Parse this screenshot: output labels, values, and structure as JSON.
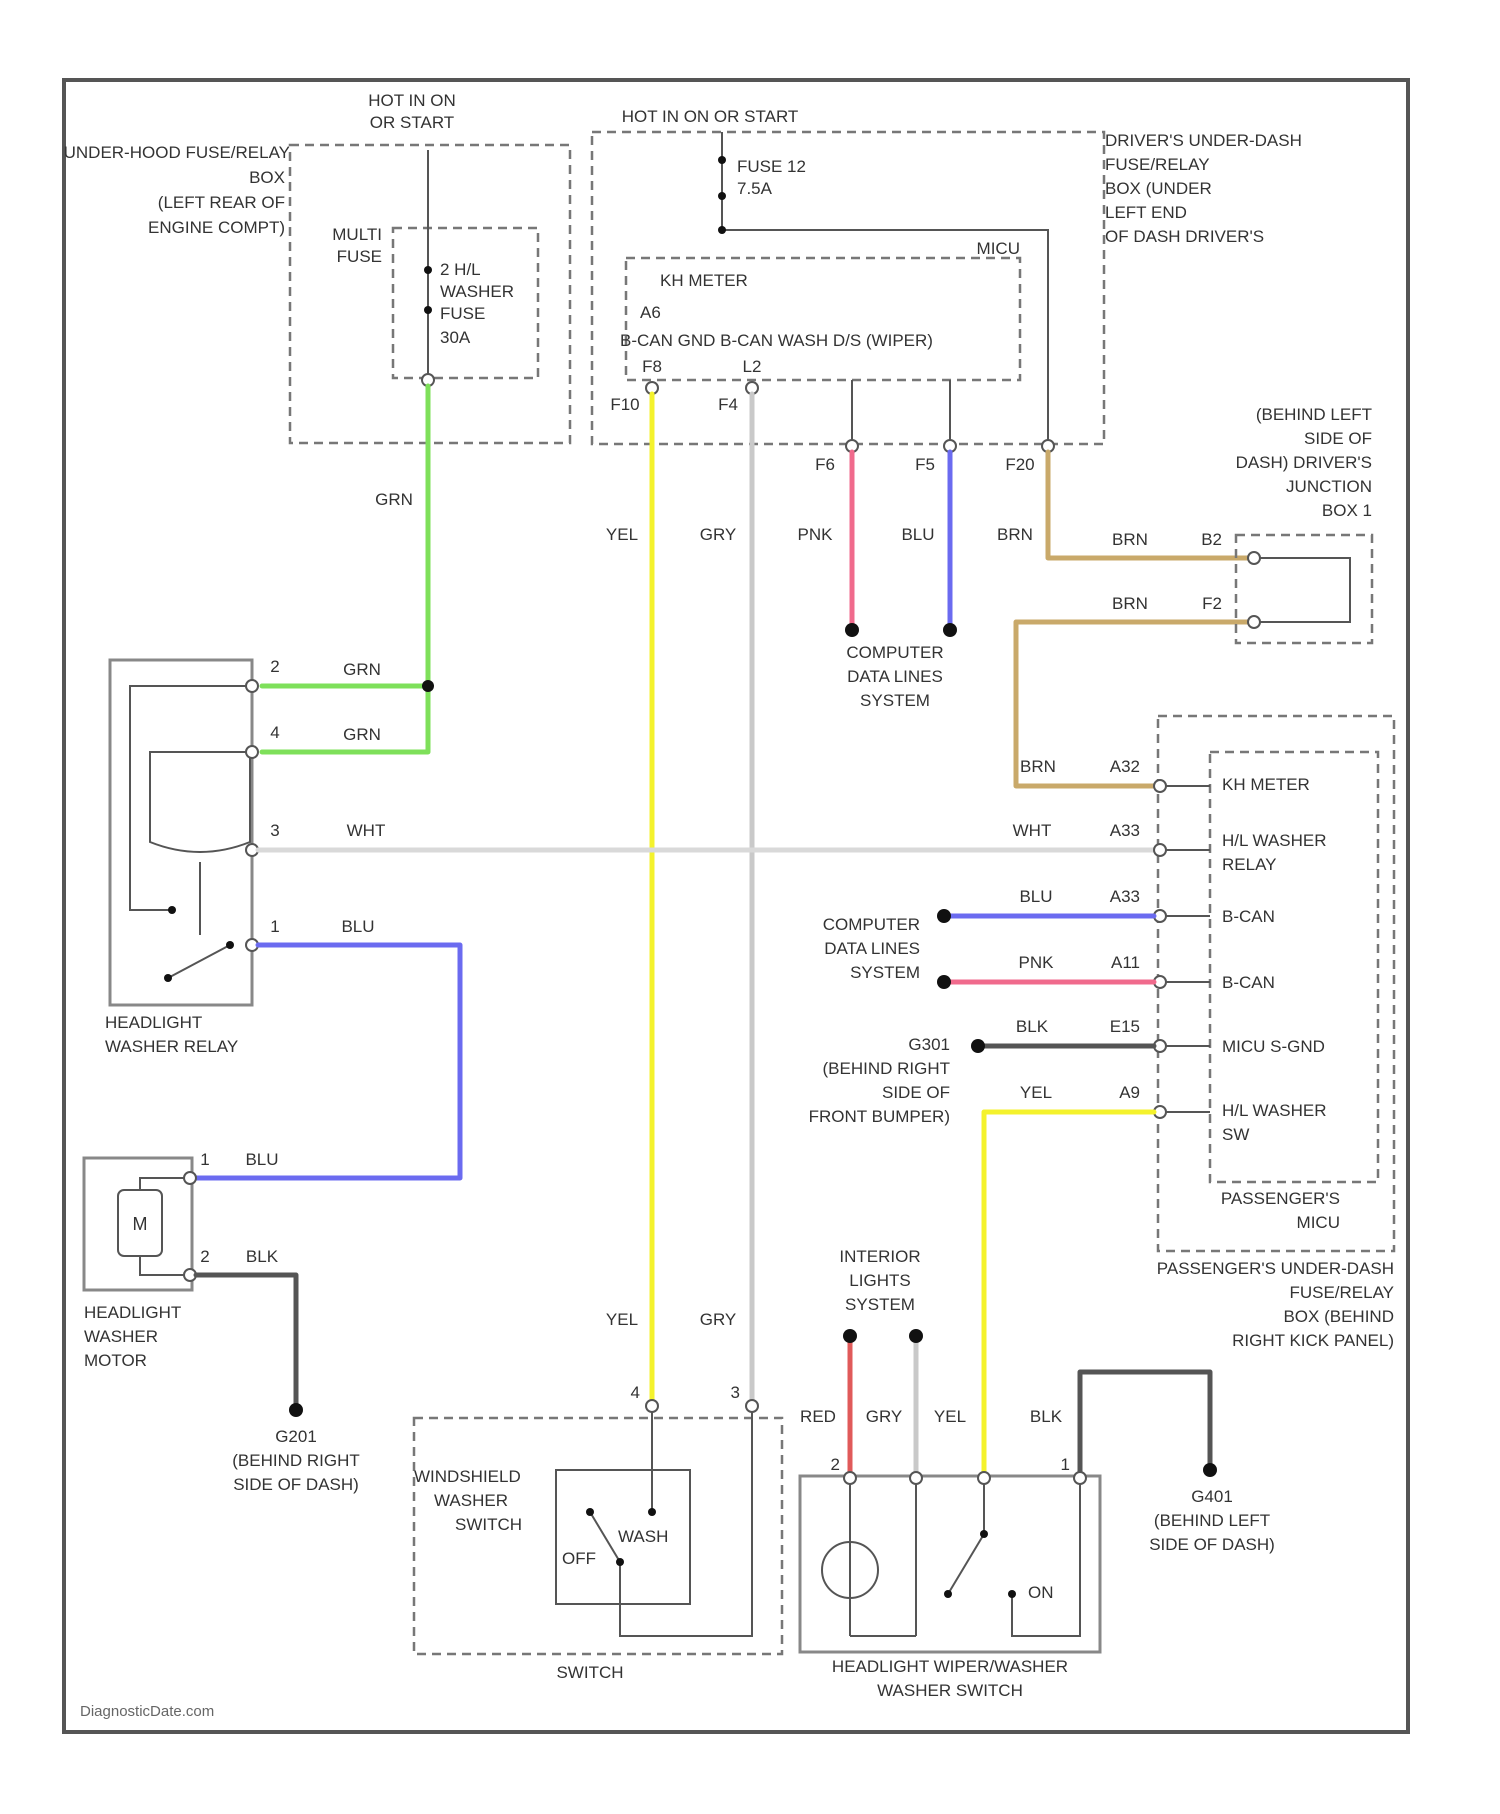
{
  "colors": {
    "GRN": "#7ee05a",
    "YEL": "#f4f22c",
    "GRY": "#c9c9c9",
    "PNK": "#f06a8c",
    "BLU": "#6b6bf0",
    "BRN": "#c9a96a",
    "WHT": "#d9d9d9",
    "BLK": "#555555",
    "RED": "#e05a5a",
    "frame": "#444444"
  },
  "labels": {
    "hot_run_start_1": "HOT IN ON",
    "hot_run_start_2": "OR START",
    "hot_run_start_top": "HOT IN ON OR START",
    "underhood_box": [
      "UNDER-HOOD FUSE/RELAY",
      "BOX",
      "(LEFT REAR OF",
      "ENGINE COMPT)"
    ],
    "multi_fuse": [
      "MULTI",
      "FUSE"
    ],
    "hl_washer_fuse": [
      "2 H/L",
      "WASHER",
      "FUSE",
      "30A"
    ],
    "fuse_12": [
      "FUSE 12",
      "7.5A"
    ],
    "micu": "MICU",
    "kh_meter_top": "KH METER",
    "a6": "A6",
    "micu_pins_row": "B-CAN  GND B-CAN  WASH  D/S (WIPER)",
    "pin_f8": "F8",
    "pin_l2": "L2",
    "pin_f10": "F10",
    "pin_f4": "F4",
    "pin_f6": "F6",
    "pin_f5": "F5",
    "pin_f20": "F20",
    "drivers_box": [
      "DRIVER'S UNDER-DASH",
      "FUSE/RELAY",
      "BOX (UNDER",
      "LEFT END",
      "OF DASH DRIVER'S"
    ],
    "junction_box": [
      "(BEHIND LEFT",
      "SIDE OF",
      "DASH) DRIVER'S",
      "JUNCTION",
      "BOX 1"
    ],
    "computer_data_1": [
      "COMPUTER",
      "DATA LINES",
      "SYSTEM"
    ],
    "computer_data_2": [
      "COMPUTER",
      "DATA LINES",
      "SYSTEM"
    ],
    "hl_washer_relay": [
      "HEADLIGHT",
      "WASHER RELAY"
    ],
    "hl_washer_motor": [
      "HEADLIGHT",
      "WASHER",
      "MOTOR"
    ],
    "g201": [
      "G201",
      "(BEHIND RIGHT",
      "SIDE OF DASH)"
    ],
    "g301": [
      "G301",
      "(BEHIND RIGHT",
      "SIDE OF",
      "FRONT BUMPER)"
    ],
    "g401": [
      "G401",
      "(BEHIND LEFT",
      "SIDE OF DASH)"
    ],
    "interior_lights": [
      "INTERIOR",
      "LIGHTS",
      "SYSTEM"
    ],
    "windshield_washer": [
      "WINDSHIELD",
      "WASHER",
      "SWITCH"
    ],
    "wash": "WASH",
    "off": "OFF",
    "on": "ON",
    "switch_caption": "SWITCH",
    "headlight_washer_switch": [
      "HEADLIGHT WIPER/WASHER",
      "WASHER SWITCH"
    ],
    "passenger_micu": [
      "PASSENGER'S",
      "MICU"
    ],
    "passenger_box": [
      "PASSENGER'S UNDER-DASH",
      "FUSE/RELAY",
      "BOX (BEHIND",
      "RIGHT KICK PANEL)"
    ],
    "pmicu_rows": [
      "KH METER",
      "H/L WASHER",
      "RELAY",
      "B-CAN",
      "B-CAN",
      "MICU S-GND",
      "H/L WASHER",
      "SW"
    ],
    "pins_right": [
      "A32",
      "A33",
      "A33",
      "A11",
      "E15",
      "A9",
      "B2",
      "F2"
    ],
    "wire_names": {
      "grn": "GRN",
      "yel": "YEL",
      "gry": "GRY",
      "pnk": "PNK",
      "blu": "BLU",
      "brn": "BRN",
      "wht": "WHT",
      "blk": "BLK",
      "red": "RED"
    },
    "pin_nums": [
      "2",
      "4",
      "3",
      "1",
      "1",
      "2",
      "4",
      "3",
      "2",
      "1"
    ],
    "watermark": "DiagnosticDate.com"
  }
}
